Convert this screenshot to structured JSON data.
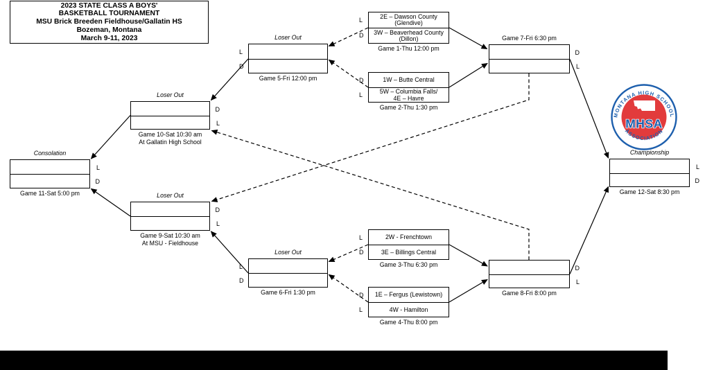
{
  "title": {
    "line1": "2023 STATE CLASS A BOYS'",
    "line2": "BASKETBALL TOURNAMENT",
    "line3": "MSU Brick Breeden Fieldhouse/Gallatin HS",
    "line4": "Bozeman, Montana",
    "line5": "March 9-11, 2023"
  },
  "games": {
    "g1": {
      "caption": "Game 1-Thu 12:00 pm",
      "slotA": {
        "tag": "L",
        "line1": "2E – Dawson County",
        "line2": "(Glendive)"
      },
      "slotB": {
        "tag": "D",
        "line1": "3W – Beaverhead County",
        "line2": "(Dillon)"
      }
    },
    "g2": {
      "caption": "Game 2-Thu 1:30 pm",
      "slotA": {
        "tag": "D",
        "line1": "1W – Butte Central"
      },
      "slotB": {
        "tag": "L",
        "line1": "5W – Columbia Falls/",
        "line2": "4E – Havre"
      }
    },
    "g3": {
      "caption": "Game 3-Thu 6:30 pm",
      "slotA": {
        "tag": "L",
        "line1": "2W - Frenchtown"
      },
      "slotB": {
        "tag": "D",
        "line1": "3E – Billings Central"
      }
    },
    "g4": {
      "caption": "Game 4-Thu 8:00 pm",
      "slotA": {
        "tag": "D",
        "line1": "1E – Fergus (Lewistown)"
      },
      "slotB": {
        "tag": "L",
        "line1": "4W - Hamilton"
      }
    },
    "g5": {
      "title": "Loser Out",
      "caption": "Game 5-Fri 12:00 pm",
      "slotA": {
        "tag": "L"
      },
      "slotB": {
        "tag": "D"
      }
    },
    "g6": {
      "title": "Loser Out",
      "caption": "Game 6-Fri 1:30 pm",
      "slotA": {
        "tag": "L"
      },
      "slotB": {
        "tag": "D"
      }
    },
    "g7": {
      "title": "Game 7-Fri 6:30 pm",
      "slotA": {
        "tag": "D"
      },
      "slotB": {
        "tag": "L"
      }
    },
    "g8": {
      "caption": "Game 8-Fri 8:00 pm",
      "slotA": {
        "tag": "D"
      },
      "slotB": {
        "tag": "L"
      }
    },
    "g9": {
      "title": "Loser Out",
      "caption": "Game 9-Sat 10:30 am",
      "caption2": "At MSU - Fieldhouse",
      "slotA": {
        "tag": "D"
      },
      "slotB": {
        "tag": "L"
      }
    },
    "g10": {
      "title": "Loser Out",
      "caption": "Game 10-Sat 10:30 am",
      "caption2": "At Gallatin High School",
      "slotA": {
        "tag": "D"
      },
      "slotB": {
        "tag": "L"
      }
    },
    "g11": {
      "title": "Consolation",
      "caption": "Game 11-Sat 5:00 pm",
      "slotA": {
        "tag": "L"
      },
      "slotB": {
        "tag": "D"
      }
    },
    "g12": {
      "title": "Championship",
      "caption": "Game 12-Sat 8:30 pm",
      "slotA": {
        "tag": "L"
      },
      "slotB": {
        "tag": "D"
      }
    }
  },
  "logo": {
    "text_top": "MONTANA HIGH SCHOOL",
    "text_bottom": "ASSOCIATION",
    "acronym": "MHSA",
    "blue": "#1d5fad",
    "red": "#e23b3c"
  },
  "style": {
    "line_color": "#000000",
    "footer_color": "#000000"
  }
}
